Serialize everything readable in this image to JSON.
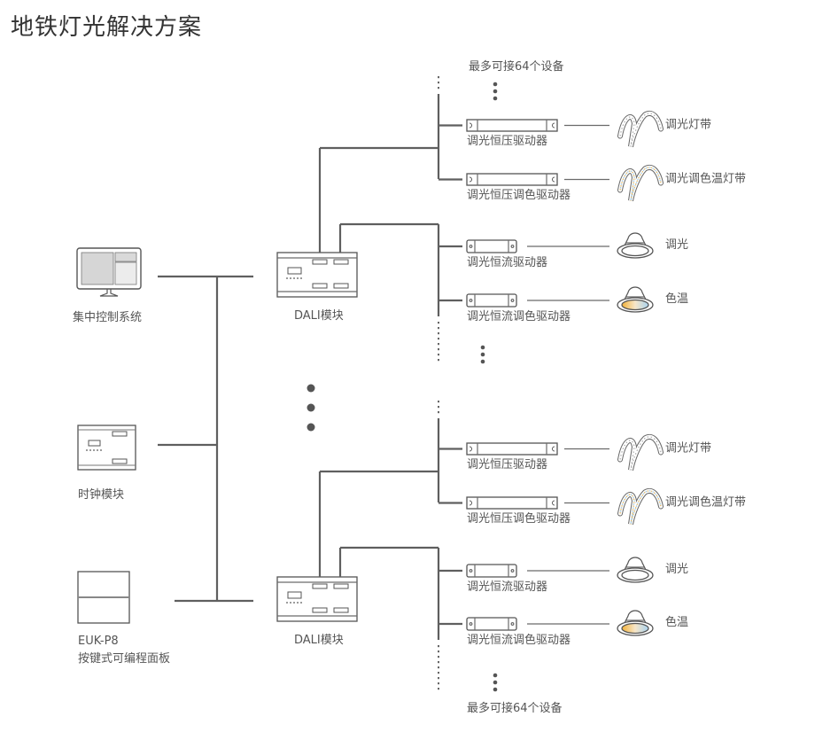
{
  "title": "地铁灯光解决方案",
  "sources": [
    {
      "label": "集中控制系统",
      "icon": "monitor-icon"
    },
    {
      "label": "时钟模块",
      "icon": "clock-module-icon"
    },
    {
      "label_line1": "EUK-P8",
      "label_line2": "按键式可编程面板",
      "icon": "keypad-panel-icon"
    }
  ],
  "modules": [
    {
      "label": "DALI模块"
    },
    {
      "label": "DALI模块"
    }
  ],
  "max_devices_note": "最多可接64个设备",
  "branches": [
    {
      "drivers": [
        {
          "label": "调光恒压驱动器",
          "type": "cv",
          "fixture": "调光灯带",
          "fixture_icon": "led-strip-icon"
        },
        {
          "label": "调光恒压调色驱动器",
          "type": "cv",
          "fixture": "调光调色温灯带",
          "fixture_icon": "tunable-led-strip-icon"
        },
        {
          "label": "调光恒流驱动器",
          "type": "cc",
          "fixture": "调光",
          "fixture_icon": "downlight-icon"
        },
        {
          "label": "调光恒流调色驱动器",
          "type": "cc",
          "fixture": "色温",
          "fixture_icon": "tunable-downlight-icon"
        }
      ]
    },
    {
      "drivers": [
        {
          "label": "调光恒压驱动器",
          "type": "cv",
          "fixture": "调光灯带",
          "fixture_icon": "led-strip-icon"
        },
        {
          "label": "调光恒压调色驱动器",
          "type": "cv",
          "fixture": "调光调色温灯带",
          "fixture_icon": "tunable-led-strip-icon"
        },
        {
          "label": "调光恒流驱动器",
          "type": "cc",
          "fixture": "调光",
          "fixture_icon": "downlight-icon"
        },
        {
          "label": "调光恒流调色驱动器",
          "type": "cc",
          "fixture": "色温",
          "fixture_icon": "tunable-downlight-icon"
        }
      ]
    }
  ],
  "colors": {
    "line": "#5f5f5f",
    "warm": "#f2b23a",
    "cool": "#a9d3f0"
  }
}
